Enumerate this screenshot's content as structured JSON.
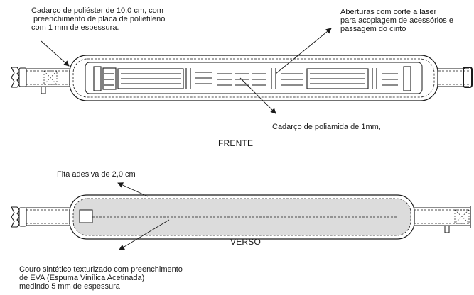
{
  "front": {
    "title": "FRENTE",
    "label_polyester": "Cadarço de poliéster de 10,0 cm, com\n preenchimento de placa de polietileno\ncom 1 mm de espessura.",
    "label_laser": "Aberturas com corte a laser\npara acoplagem de acessórios e\npassagem do cinto",
    "label_polyamide": "Cadarço de poliamida de 1mm,"
  },
  "back": {
    "title": "VERSO",
    "label_tape": "Fita adesiva de 2,0 cm",
    "label_leather": "Couro sintético texturizado com preenchimento\nde EVA (Espuma Vinílica Acetinada)\nmedindo 5 mm de espessura"
  },
  "colors": {
    "line": "#1a1a1a",
    "pad_back": "#dcdcdc",
    "white": "#ffffff"
  }
}
